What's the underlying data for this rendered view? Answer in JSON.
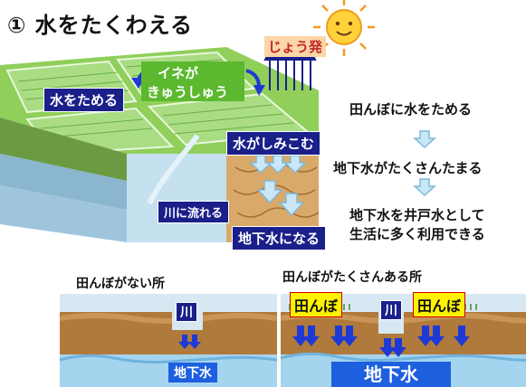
{
  "title": "① 水をたくわえる",
  "labels": {
    "evaporation": "じょう発",
    "rice_absorb_line1": "イネが",
    "rice_absorb_line2": "きゅうしゅう",
    "store_water": "水をためる",
    "seep": "水がしみこむ",
    "to_river": "川に流れる",
    "become_groundwater": "地下水になる"
  },
  "flow_steps": [
    "田んぼに水をためる",
    "地下水がたくさんたまる",
    "地下水を井戸水として",
    "生活に多く利用できる"
  ],
  "comparison": {
    "no_paddy_title": "田んぼがない所",
    "many_paddy_title": "田んぼがたくさんある所",
    "river": "川",
    "paddy": "田んぼ",
    "groundwater": "地下水"
  },
  "colors": {
    "navy": "#1a1f8a",
    "green": "#5cb82e",
    "orange_label": "#fdd5a6",
    "yellow_label": "#fff200",
    "arrow_blue": "#1e3ad6",
    "soil": "#b07a3c",
    "ground_blue": "#3a7be0"
  }
}
